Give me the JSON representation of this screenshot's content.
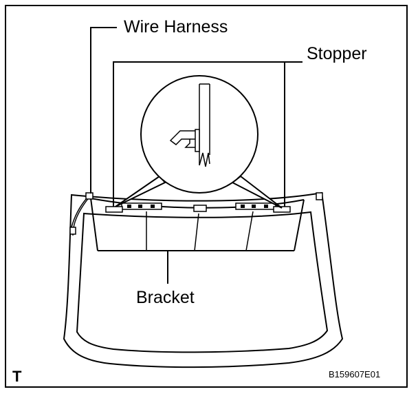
{
  "labels": {
    "wire_harness": "Wire Harness",
    "stopper": "Stopper",
    "bracket": "Bracket"
  },
  "corner_mark": "T",
  "figure_code": "B159607E01",
  "colors": {
    "line": "#000000",
    "background": "#ffffff"
  }
}
